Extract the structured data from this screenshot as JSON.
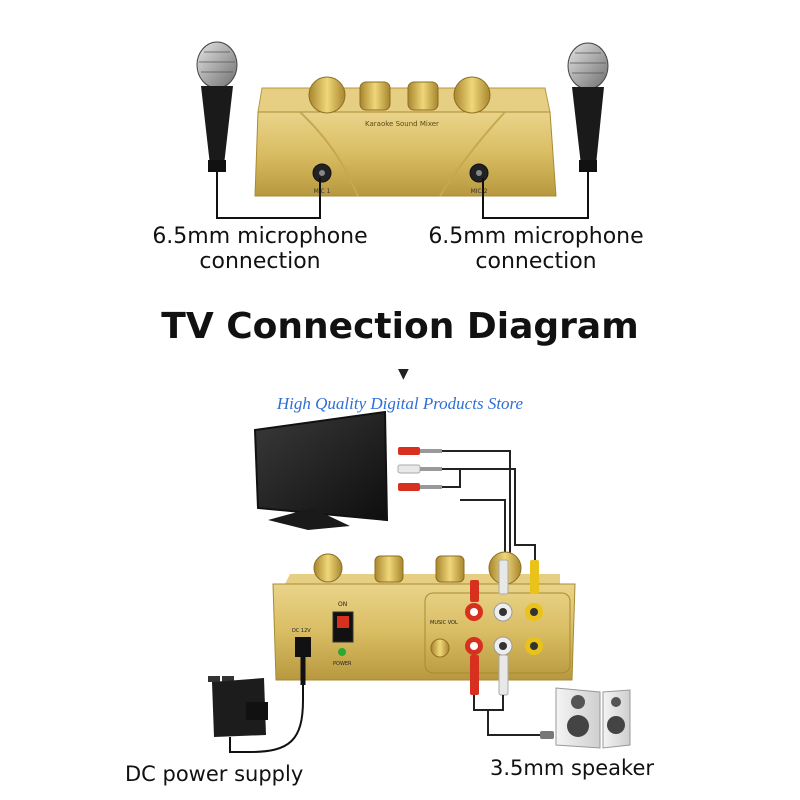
{
  "top": {
    "mixer_panel_text": "Karaoke Sound Mixer",
    "mic1_jack_label": "MIC 1",
    "mic2_jack_label": "MIC 2",
    "left_caption": [
      "6.5mm microphone",
      "connection"
    ],
    "right_caption": [
      "6.5mm microphone",
      "connection"
    ]
  },
  "title": "TV Connection Diagram",
  "arrow": "▼",
  "watermark": "High Quality Digital Products Store",
  "back_panel": {
    "switch_label": "ON",
    "power_label": "POWER",
    "dc_label": "DC 12V",
    "music_vol_label": "MUSIC VOL"
  },
  "bottom": {
    "dc_caption": "DC power supply",
    "speaker_caption": "3.5mm speaker"
  },
  "colors": {
    "gold": "#d9bd63",
    "gold_dark": "#b7983f",
    "rca_red": "#d8301f",
    "rca_white": "#e8e8e8",
    "rca_yellow": "#e9c21a",
    "watermark": "#2d6fd6"
  }
}
